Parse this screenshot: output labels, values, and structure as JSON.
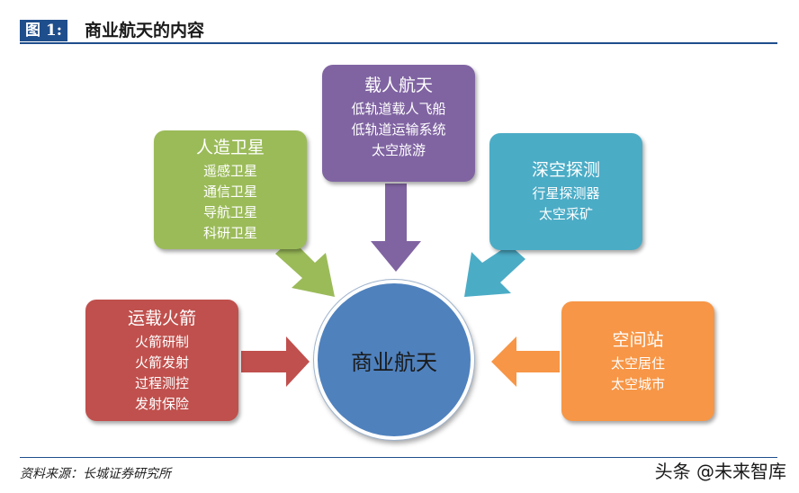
{
  "header": {
    "figure_label": "图 1:",
    "title": "商业航天的内容"
  },
  "center": {
    "label": "商业航天"
  },
  "boxes": {
    "crewed": {
      "title": "载人航天",
      "items": [
        "低轨道载人飞船",
        "低轨道运输系统",
        "太空旅游"
      ],
      "color": "#8064a2"
    },
    "satellite": {
      "title": "人造卫星",
      "items": [
        "遥感卫星",
        "通信卫星",
        "导航卫星",
        "科研卫星"
      ],
      "color": "#9bbb59"
    },
    "deepspace": {
      "title": "深空探测",
      "items": [
        "行星探测器",
        "太空采矿"
      ],
      "color": "#4bacc6"
    },
    "rocket": {
      "title": "运载火箭",
      "items": [
        "火箭研制",
        "火箭发射",
        "过程测控",
        "发射保险"
      ],
      "color": "#c0504d"
    },
    "station": {
      "title": "空间站",
      "items": [
        "太空居住",
        "太空城市"
      ],
      "color": "#f79646"
    }
  },
  "footer": {
    "source": "资料来源：长城证券研究所",
    "watermark": "头条 @未来智库"
  }
}
